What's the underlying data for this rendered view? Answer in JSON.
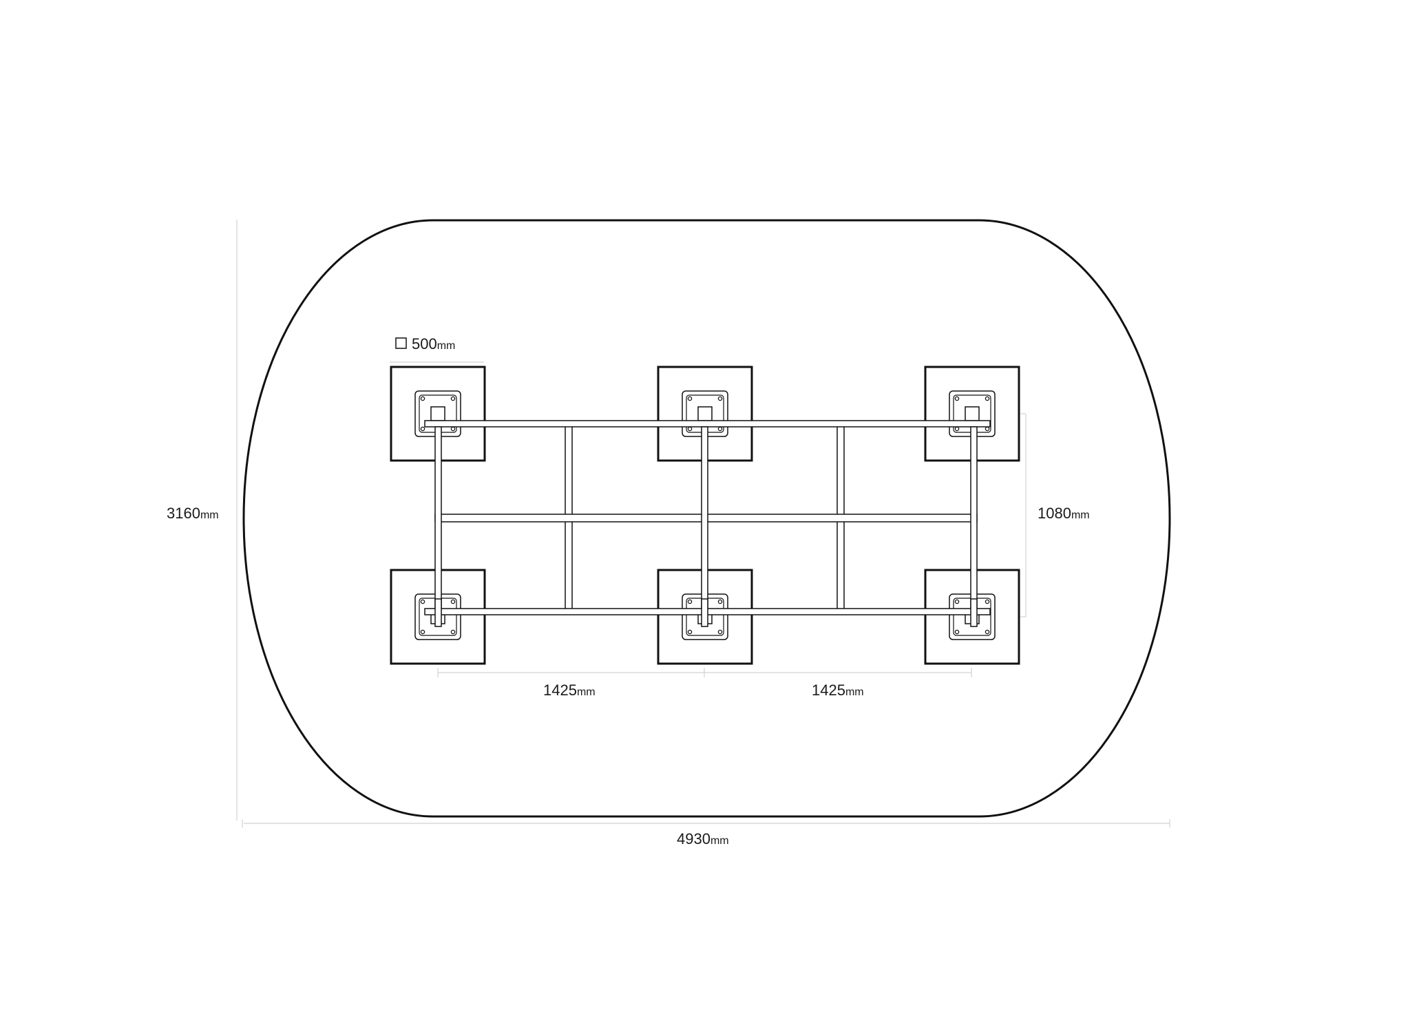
{
  "drawing": {
    "dimensions": {
      "overall_width": {
        "value": "4930",
        "unit": "mm"
      },
      "overall_depth": {
        "value": "3160",
        "unit": "mm"
      },
      "base_size": {
        "value": "500",
        "unit": "mm",
        "symbol": "square"
      },
      "leg_span_left": {
        "value": "1425",
        "unit": "mm"
      },
      "leg_span_right": {
        "value": "1425",
        "unit": "mm"
      },
      "frame_depth": {
        "value": "1080",
        "unit": "mm"
      }
    },
    "components": {
      "tabletop": "rounded-rectangle",
      "bases": 6,
      "crossbars_vertical": 5,
      "rails_horizontal": 3
    },
    "colors": {
      "line": "#111111",
      "dimension_line": "#d2d2d2",
      "background": "#ffffff"
    }
  }
}
